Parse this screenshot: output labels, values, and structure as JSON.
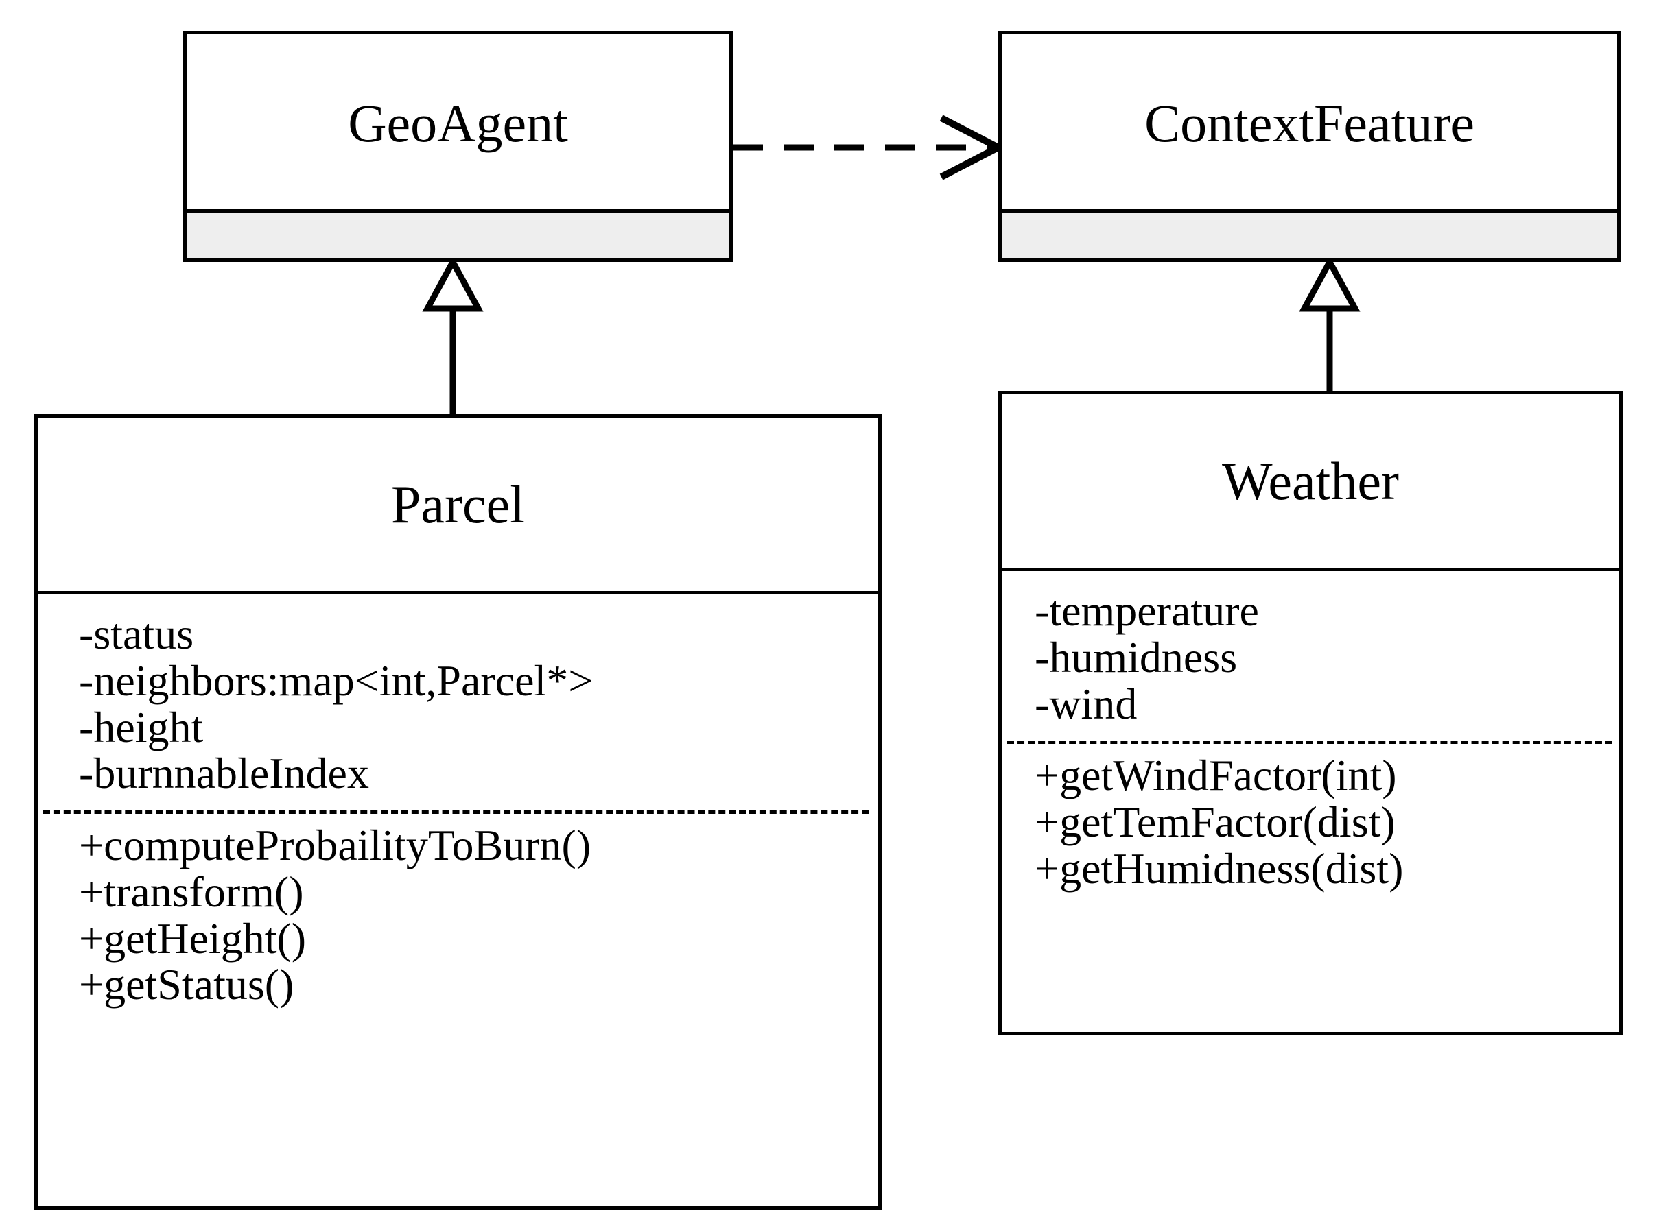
{
  "diagram": {
    "type": "uml-class-diagram",
    "title": "",
    "colors": {
      "stroke": "#000000",
      "background": "#ffffff",
      "compartment_fill": "#eeeeee"
    }
  },
  "classes": {
    "geoagent": {
      "name": "GeoAgent",
      "attributes": [],
      "methods": []
    },
    "contextfeature": {
      "name": "ContextFeature",
      "attributes": [],
      "methods": []
    },
    "parcel": {
      "name": "Parcel",
      "attributes": [
        "-status",
        "-neighbors:map<int,Parcel*>",
        "-height",
        "-burnnableIndex"
      ],
      "methods": [
        "+computeProbailityToBurn()",
        "+transform()",
        "+getHeight()",
        "+getStatus()"
      ]
    },
    "weather": {
      "name": "Weather",
      "attributes": [
        "-temperature",
        "-humidness",
        "-wind"
      ],
      "methods": [
        "+getWindFactor(int)",
        "+getTemFactor(dist)",
        "+getHumidness(dist)"
      ]
    }
  },
  "relationships": [
    {
      "id": "dependency-geoagent-contextfeature",
      "kind": "dependency",
      "style": "dashed",
      "arrowhead": "open",
      "from": "GeoAgent",
      "to": "ContextFeature",
      "label": ""
    },
    {
      "id": "generalization-parcel-geoagent",
      "kind": "generalization",
      "style": "solid",
      "arrowhead": "hollow-triangle",
      "from": "Parcel",
      "to": "GeoAgent",
      "label": ""
    },
    {
      "id": "generalization-weather-contextfeature",
      "kind": "generalization",
      "style": "solid",
      "arrowhead": "hollow-triangle",
      "from": "Weather",
      "to": "ContextFeature",
      "label": ""
    }
  ]
}
